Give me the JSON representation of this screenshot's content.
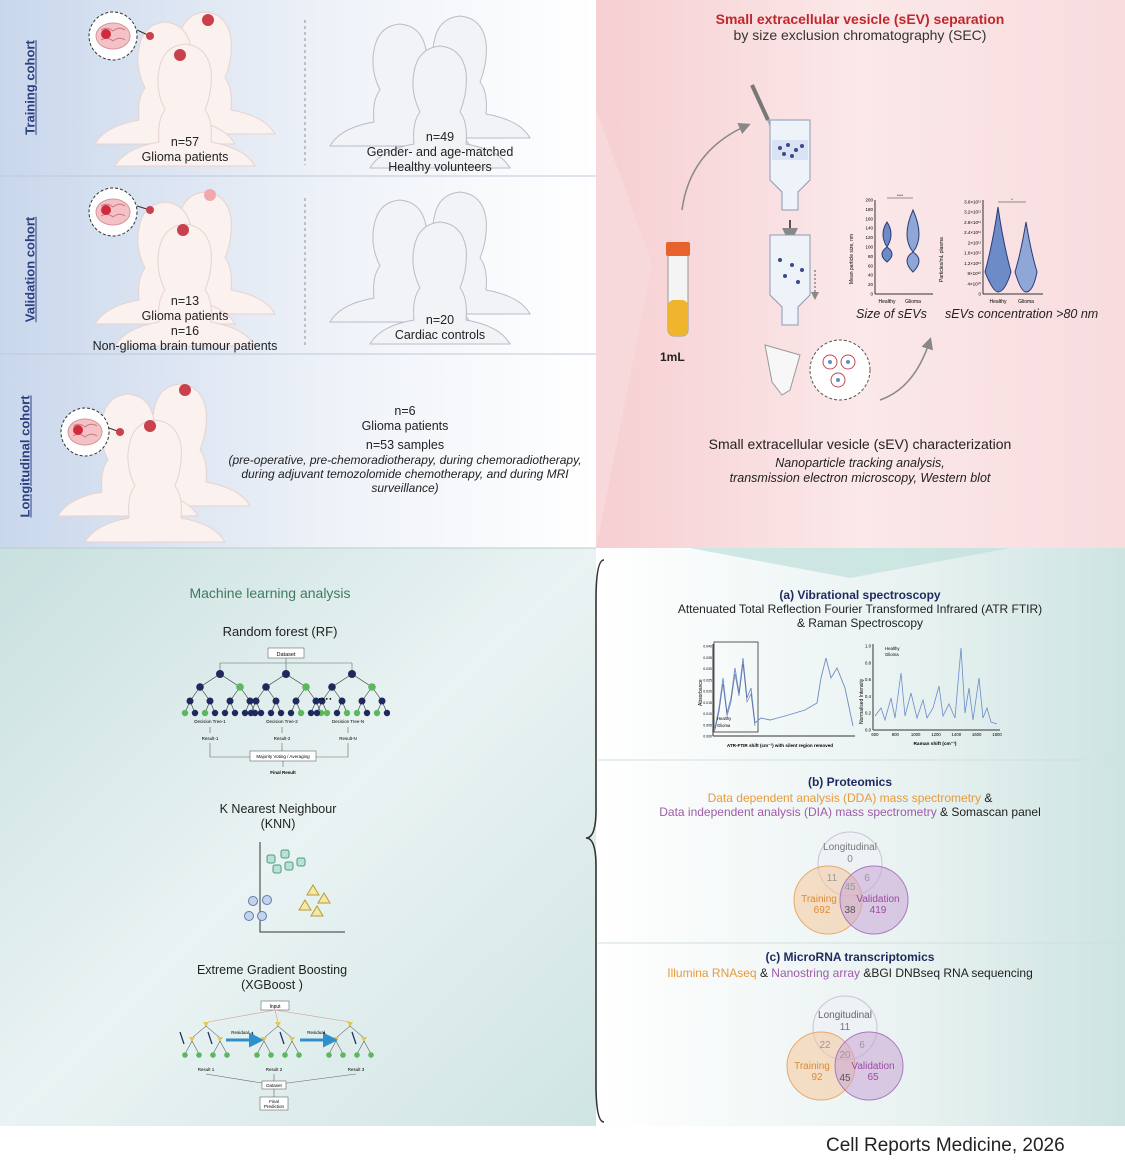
{
  "cohorts": {
    "training": {
      "label": "Training cohort",
      "glioma": {
        "n": "n=57",
        "desc": "Glioma patients"
      },
      "healthy": {
        "n": "n=49",
        "desc1": "Gender- and age-matched",
        "desc2": "Healthy volunteers"
      }
    },
    "validation": {
      "label": "Validation cohort",
      "glioma": {
        "n": "n=13",
        "desc": "Glioma patients"
      },
      "nonglioma": {
        "n": "n=16",
        "desc": "Non-glioma brain tumour patients"
      },
      "cardiac": {
        "n": "n=20",
        "desc": "Cardiac controls"
      }
    },
    "longitudinal": {
      "label": "Longitudinal cohort",
      "n1": "n=6",
      "desc1": "Glioma patients",
      "n2": "n=53 samples",
      "note1": "(pre-operative, pre-chemoradiotherapy, during chemoradiotherapy,",
      "note2": "during adjuvant temozolomide chemotherapy, and during MRI",
      "note3": "surveillance)"
    }
  },
  "sev": {
    "title": "Small extracellular vesicle (sEV) separation",
    "subtitle": "by size exclusion chromatography (SEC)",
    "volume": "1mL",
    "size_caption": "Size of sEVs",
    "conc_caption": "sEVs concentration >80 nm",
    "size_ylabel": "Mean particle size, nm",
    "conc_ylabel": "Particles/mL plasma",
    "groups": [
      "Healthy",
      "Glioma"
    ],
    "size_ticks": [
      "200",
      "180",
      "160",
      "140",
      "120",
      "100",
      "80",
      "60",
      "40",
      "20",
      "0"
    ],
    "conc_ticks": [
      "3.6×10¹¹",
      "3.2×10¹¹",
      "2.8×10¹¹",
      "2.4×10¹¹",
      "2×10¹¹",
      "1.6×10¹¹",
      "1.2×10¹¹",
      "8×10¹⁰",
      "4×10¹⁰",
      "0"
    ],
    "size_sig": "****",
    "conc_sig": "*",
    "char_title": "Small extracellular vesicle (sEV) characterization",
    "char_line1": "Nanoparticle tracking analysis,",
    "char_line2": "transmission electron microscopy, Western blot"
  },
  "ml": {
    "title": "Machine learning analysis",
    "rf": {
      "title": "Random forest (RF)",
      "dataset": "Dataset",
      "trees": [
        "Decision Tree-1",
        "Decision Tree-2",
        "Decision Tree-N"
      ],
      "results": [
        "Result-1",
        "Result-2",
        "Result-N"
      ],
      "voting": "Majority Voting / Averaging",
      "final": "Final Result"
    },
    "knn": {
      "title1": "K Nearest Neighbour",
      "title2": "(KNN)"
    },
    "xgb": {
      "title1": "Extreme Gradient Boosting",
      "title2": "(XGBoost )",
      "input": "Input",
      "residual": "Residual",
      "results": [
        "Result 1",
        "Result 2",
        "Result 3"
      ],
      "dataset": "Dataset",
      "final1": "Final",
      "final2": "Prediction"
    }
  },
  "spectro": {
    "title": "(a) Vibrational spectroscopy",
    "line1": "Attenuated Total Reflection Fourier Transformed Infrared (ATR FTIR)",
    "line2": "& Raman Spectroscopy",
    "ftir_ylabel": "Absorbance",
    "ftir_xlabel": "ATR-FTIR shift (cm⁻¹) with silent region removed",
    "raman_ylabel": "Normalised Intensity",
    "raman_xlabel": "Raman shift (cm⁻¹)",
    "legend": [
      "Healthy",
      "Glioma"
    ],
    "ftir_yticks": [
      "0.040",
      "0.035",
      "0.030",
      "0.025",
      "0.020",
      "0.015",
      "0.010",
      "0.005",
      "0.000"
    ],
    "raman_yticks": [
      "1.0",
      "0.8",
      "0.6",
      "0.4",
      "0.2",
      "0.0"
    ],
    "raman_xticks": [
      "600",
      "800",
      "1000",
      "1200",
      "1400",
      "1600",
      "1800"
    ]
  },
  "proteomics": {
    "title": "(b) Proteomics",
    "dda": "Data dependent analysis (DDA) mass spectrometry",
    "amp1": " &",
    "dia": "Data independent analysis (DIA) mass spectrometry",
    "amp2": " & Somascan panel",
    "venn": {
      "longitudinal": "Longitudinal",
      "longitudinal_n": "0",
      "training": "Training",
      "training_n": "692",
      "validation": "Validation",
      "validation_n": "419",
      "lt": "11",
      "lv": "6",
      "all": "45",
      "tv": "38"
    }
  },
  "mirna": {
    "title": "(c) MicroRNA transcriptomics",
    "illumina": "Illumina RNAseq",
    "amp1": " & ",
    "nanostring": "Nanostring array",
    "amp2": " &BGI DNBseq RNA sequencing",
    "venn": {
      "longitudinal": "Longitudinal",
      "longitudinal_n": "11",
      "training": "Training",
      "training_n": "92",
      "validation": "Validation",
      "validation_n": "65",
      "lt": "22",
      "lv": "6",
      "all": "20",
      "tv": "45"
    }
  },
  "footer": "Cell Reports Medicine, 2026",
  "colors": {
    "navy": "#1e2a5e",
    "green": "#5cb85c",
    "orange": "#e89a3a",
    "purple": "#a05aa8",
    "teal": "#6fb7a8"
  }
}
